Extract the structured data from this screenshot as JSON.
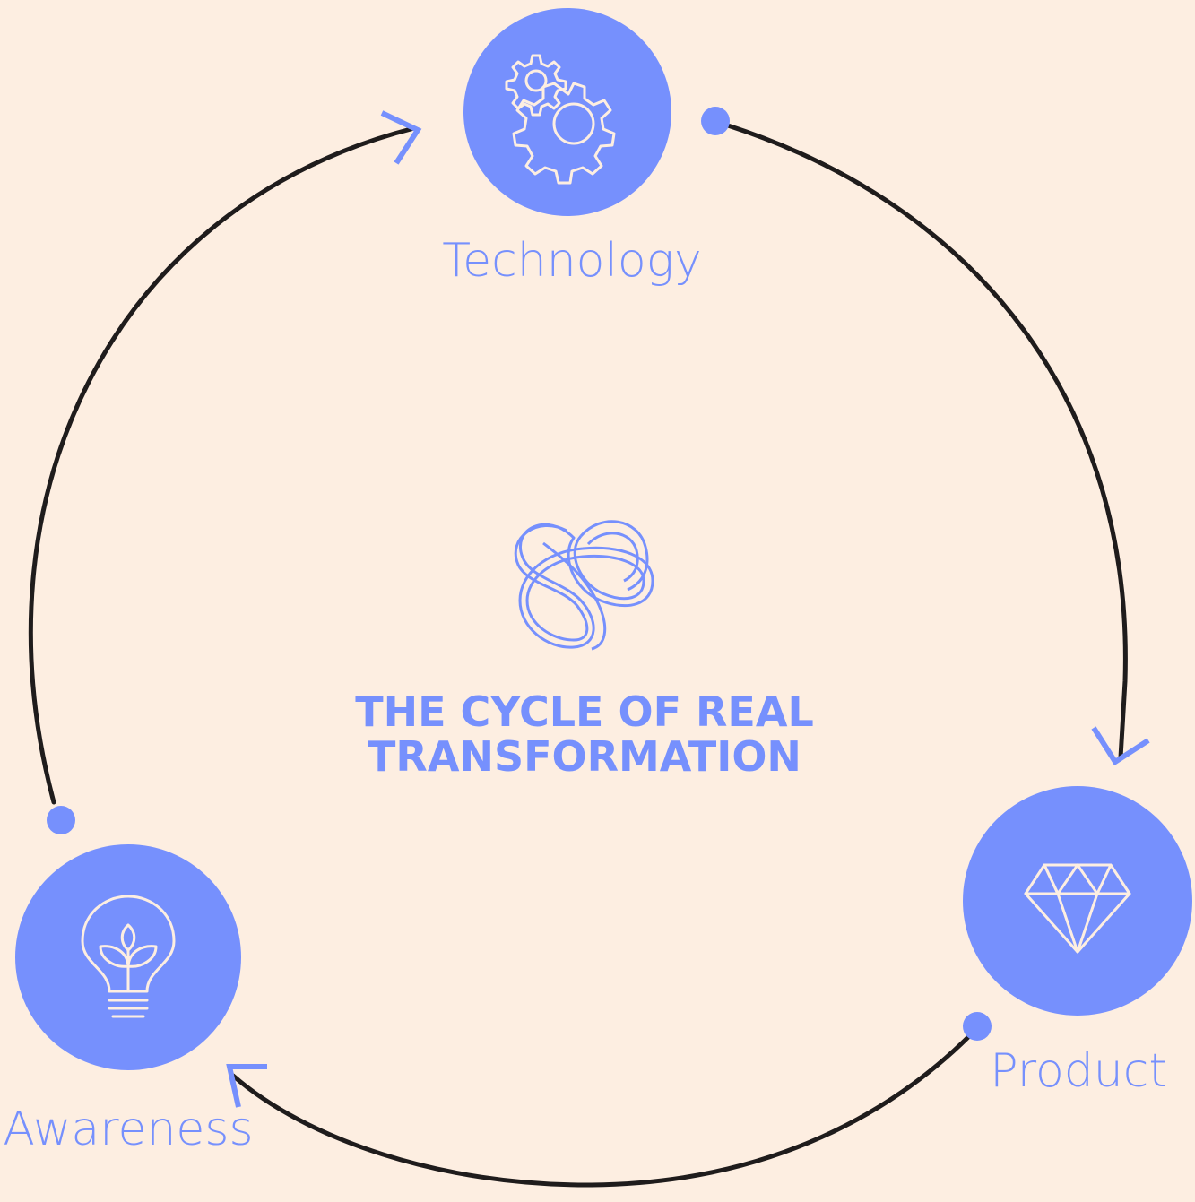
{
  "diagram": {
    "title_line1": "THE CYCLE OF REAL",
    "title_line2": "TRANSFORMATION",
    "center_icon": "triquetra-knot-icon",
    "nodes": [
      {
        "label": "Technology",
        "icon": "gears-icon"
      },
      {
        "label": "Product",
        "icon": "diamond-icon"
      },
      {
        "label": "Awareness",
        "icon": "lightbulb-plant-icon"
      }
    ]
  },
  "colors": {
    "background": "#fdeee1",
    "accent": "#7690fd",
    "connector": "#1f1c1c"
  }
}
